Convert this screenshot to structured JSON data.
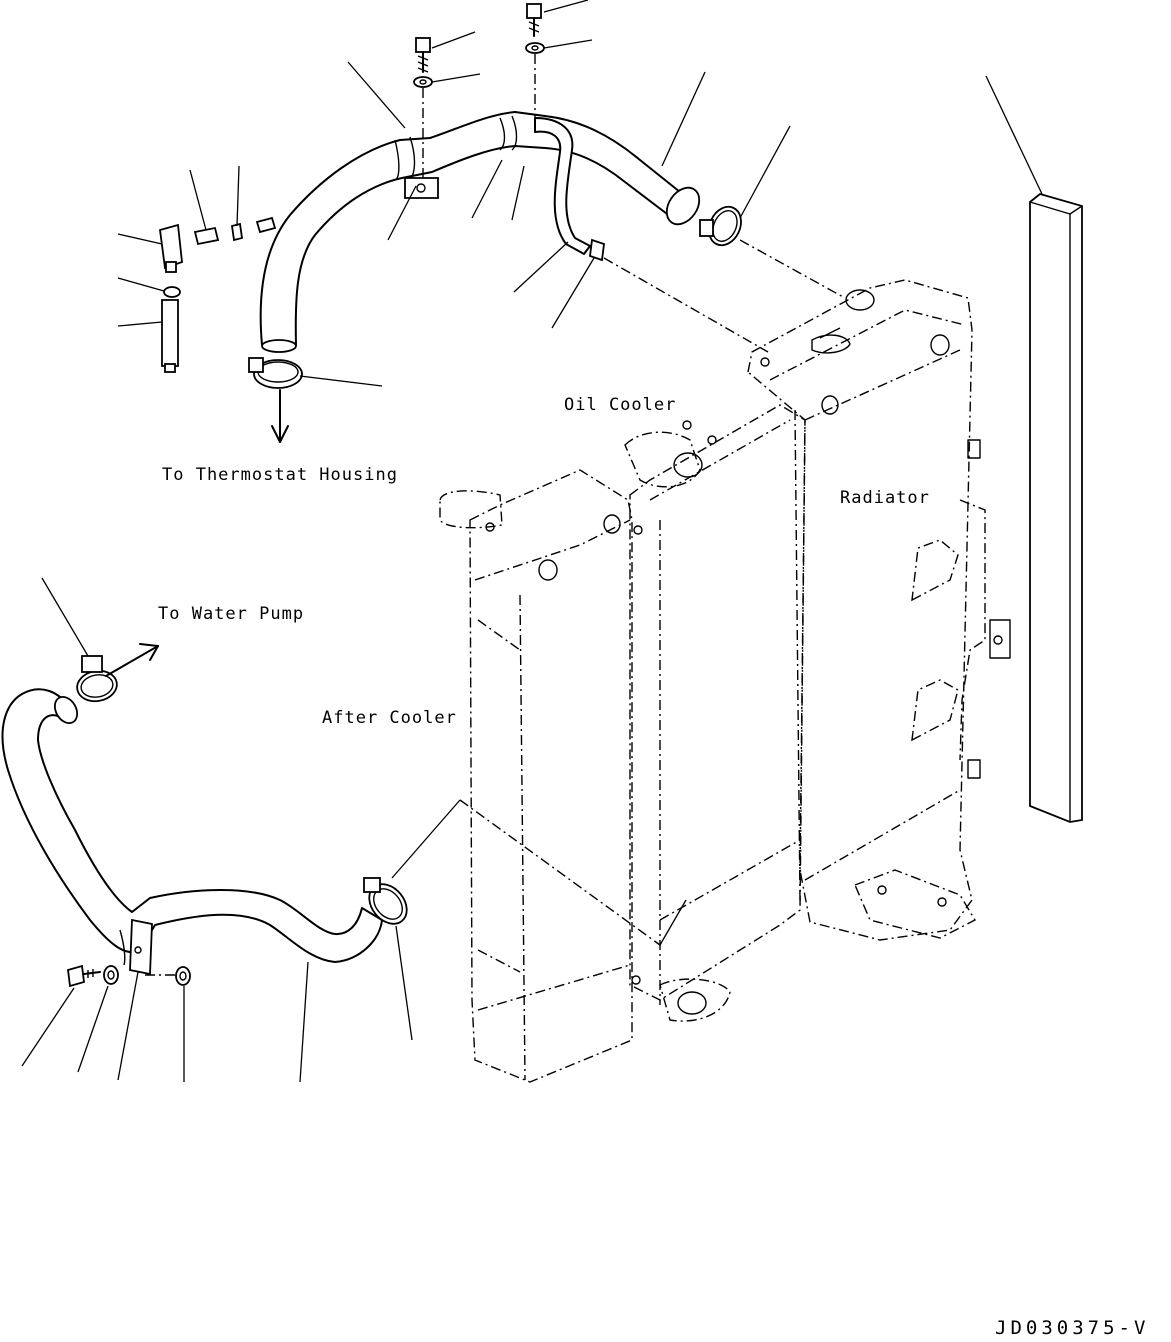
{
  "labels": {
    "oil_cooler": "Oil Cooler",
    "radiator": "Radiator",
    "after_cooler": "After Cooler",
    "to_thermostat": "To Thermostat Housing",
    "to_water_pump": "To Water Pump",
    "drawing_code": "JD030375-V"
  }
}
